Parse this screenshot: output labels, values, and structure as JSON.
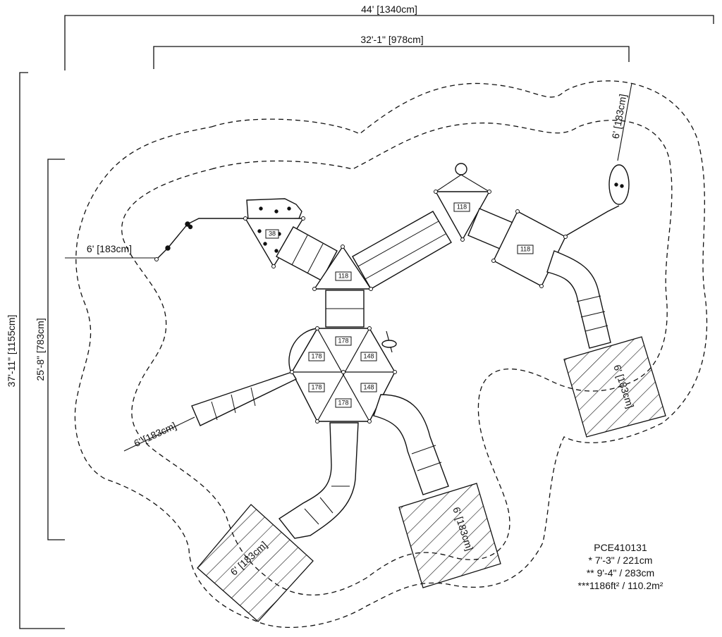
{
  "dimensions": {
    "overall_width": "44' [1340cm]",
    "inner_width": "32'-1\" [978cm]",
    "overall_depth": "37'-11\" [1155cm]",
    "inner_depth": "25'-8\" [783cm]"
  },
  "clearances": {
    "left": "6' [183cm]",
    "top_right": "6' [183cm]",
    "bottom_left": "6' [183cm]",
    "slide_bottom_left": "6' [183cm]",
    "slide_bottom_mid": "6' [183cm]",
    "slide_right": "6' [183cm]"
  },
  "deck_heights": {
    "left_triangle": "38",
    "center_triangle": "118",
    "top_triangle": "118",
    "right_square": "118",
    "hex_top": "178",
    "hex_upper_left": "178",
    "hex_upper_right": "148",
    "hex_lower_left": "178",
    "hex_lower_right": "148",
    "hex_bottom": "178"
  },
  "notes": {
    "model": "PCE410131",
    "line1": "* 7'-3\" / 221cm",
    "line2": "** 9'-4\" / 283cm",
    "line3": "***1186ft² / 110.2m²"
  }
}
